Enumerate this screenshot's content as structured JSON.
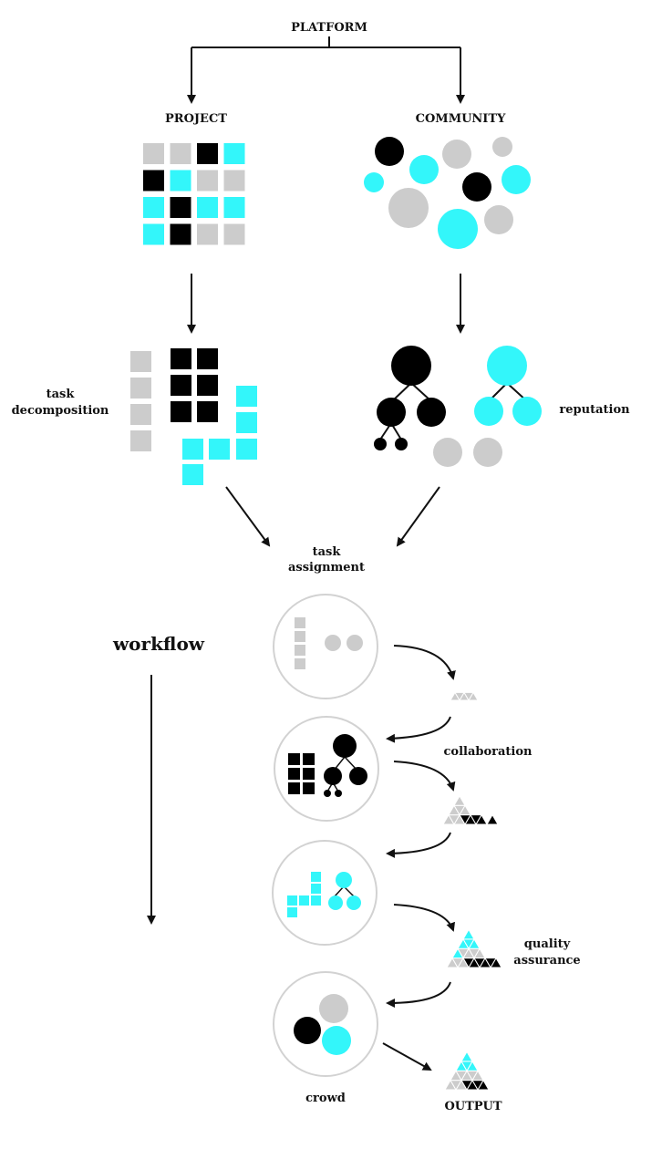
{
  "colors": {
    "cyan": "#33f6fa",
    "black": "#000000",
    "gray": "#cccccc",
    "ring": "#d2d2d2",
    "line": "#111111"
  },
  "labels": {
    "platform": "PLATFORM",
    "project": "PROJECT",
    "community": "COMMUNITY",
    "task_decomposition": [
      "task",
      "decomposition"
    ],
    "reputation": "reputation",
    "task_assignment": [
      "task",
      "assignment"
    ],
    "workflow": "workflow",
    "collaboration": "collaboration",
    "quality_assurance": [
      "quality",
      "assurance"
    ],
    "crowd": "crowd",
    "output": "OUTPUT"
  },
  "project_grid": [
    [
      "gray",
      "gray",
      "black",
      "cyan"
    ],
    [
      "black",
      "cyan",
      "gray",
      "gray"
    ],
    [
      "cyan",
      "black",
      "cyan",
      "cyan"
    ],
    [
      "cyan",
      "black",
      "gray",
      "gray"
    ]
  ],
  "workflow_stages": [
    "stage-1",
    "stage-2",
    "stage-3",
    "stage-4"
  ]
}
